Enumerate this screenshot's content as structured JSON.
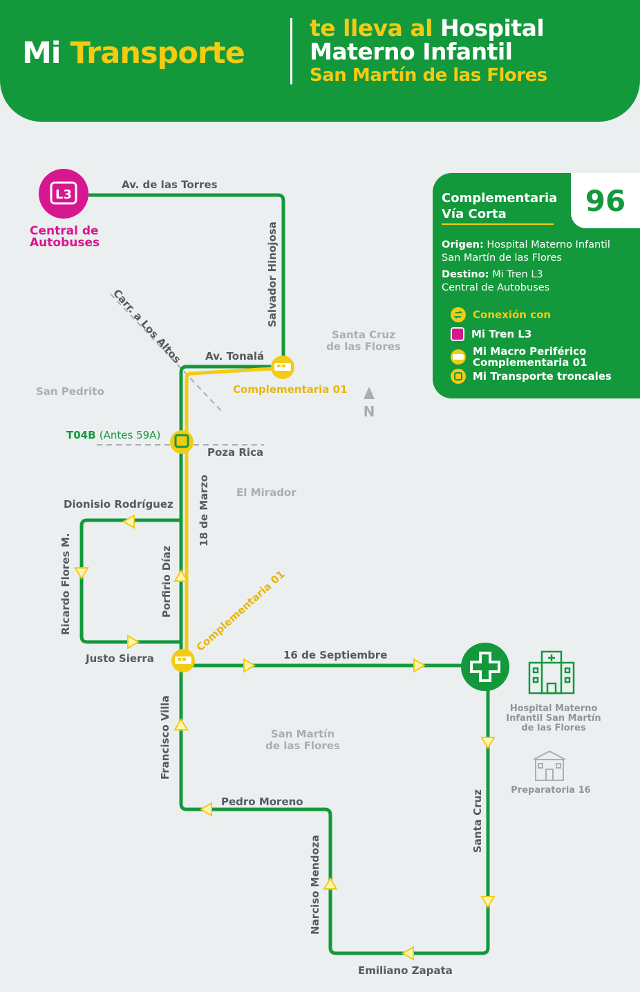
{
  "header": {
    "brand_mi": "Mi",
    "brand_transporte": "Transporte",
    "tagline_1a": "te lleva al",
    "tagline_1b": "Hospital",
    "tagline_2": "Materno Infantil",
    "tagline_3": "San Martín de las Flores"
  },
  "info": {
    "route_type": "Complementaria",
    "route_variant": "Vía Corta",
    "route_number": "96",
    "origin_label": "Origen:",
    "origin_1": "Hospital Materno Infantil",
    "origin_2": "San Martín de las Flores",
    "destination_label": "Destino:",
    "destination_1": "Mi Tren L3",
    "destination_2": "Central de Autobuses",
    "connection_title": "Conexión con",
    "connections": [
      "Mi Tren L3",
      "Mi Macro Periférico",
      "Complementaria 01",
      "Mi Transporte troncales"
    ]
  },
  "map": {
    "l3_badge": "L3",
    "central_1": "Central de",
    "central_2": "Autobuses",
    "streets": {
      "torres": "Av. de las Torres",
      "hinojosa": "Salvador Hinojosa",
      "altos": "Carr. a Los Altos",
      "tonala": "Av. Tonalá",
      "poza_rica": "Poza Rica",
      "dionisio": "Dionisio Rodríguez",
      "marzo": "18 de Marzo",
      "ricardo": "Ricardo Flores M.",
      "porfirio": "Porfirio Díaz",
      "justo": "Justo Sierra",
      "septiembre": "16 de Septiembre",
      "villa": "Francisco Villa",
      "moreno": "Pedro Moreno",
      "mendoza": "Narciso Mendoza",
      "zapata": "Emiliano Zapata",
      "santa_cruz_st": "Santa Cruz"
    },
    "areas": {
      "santa_cruz_1": "Santa Cruz",
      "santa_cruz_2": "de las Flores",
      "san_pedrito": "San Pedrito",
      "mirador": "El Mirador",
      "san_martin_1": "San Martín",
      "san_martin_2": "de las Flores"
    },
    "complementaria_top": "Complementaria 01",
    "complementaria_diag": "Complementaria 01",
    "t04b_code": "T04B",
    "t04b_note": "(Antes 59A)",
    "north": "N",
    "hospital_1": "Hospital Materno",
    "hospital_2": "Infantil San Martín",
    "hospital_3": "de las Flores",
    "prepa": "Preparatoria 16"
  },
  "colors": {
    "green": "#14983c",
    "yellow": "#f3cb13",
    "magenta": "#d7178f",
    "background": "#eceff0"
  }
}
